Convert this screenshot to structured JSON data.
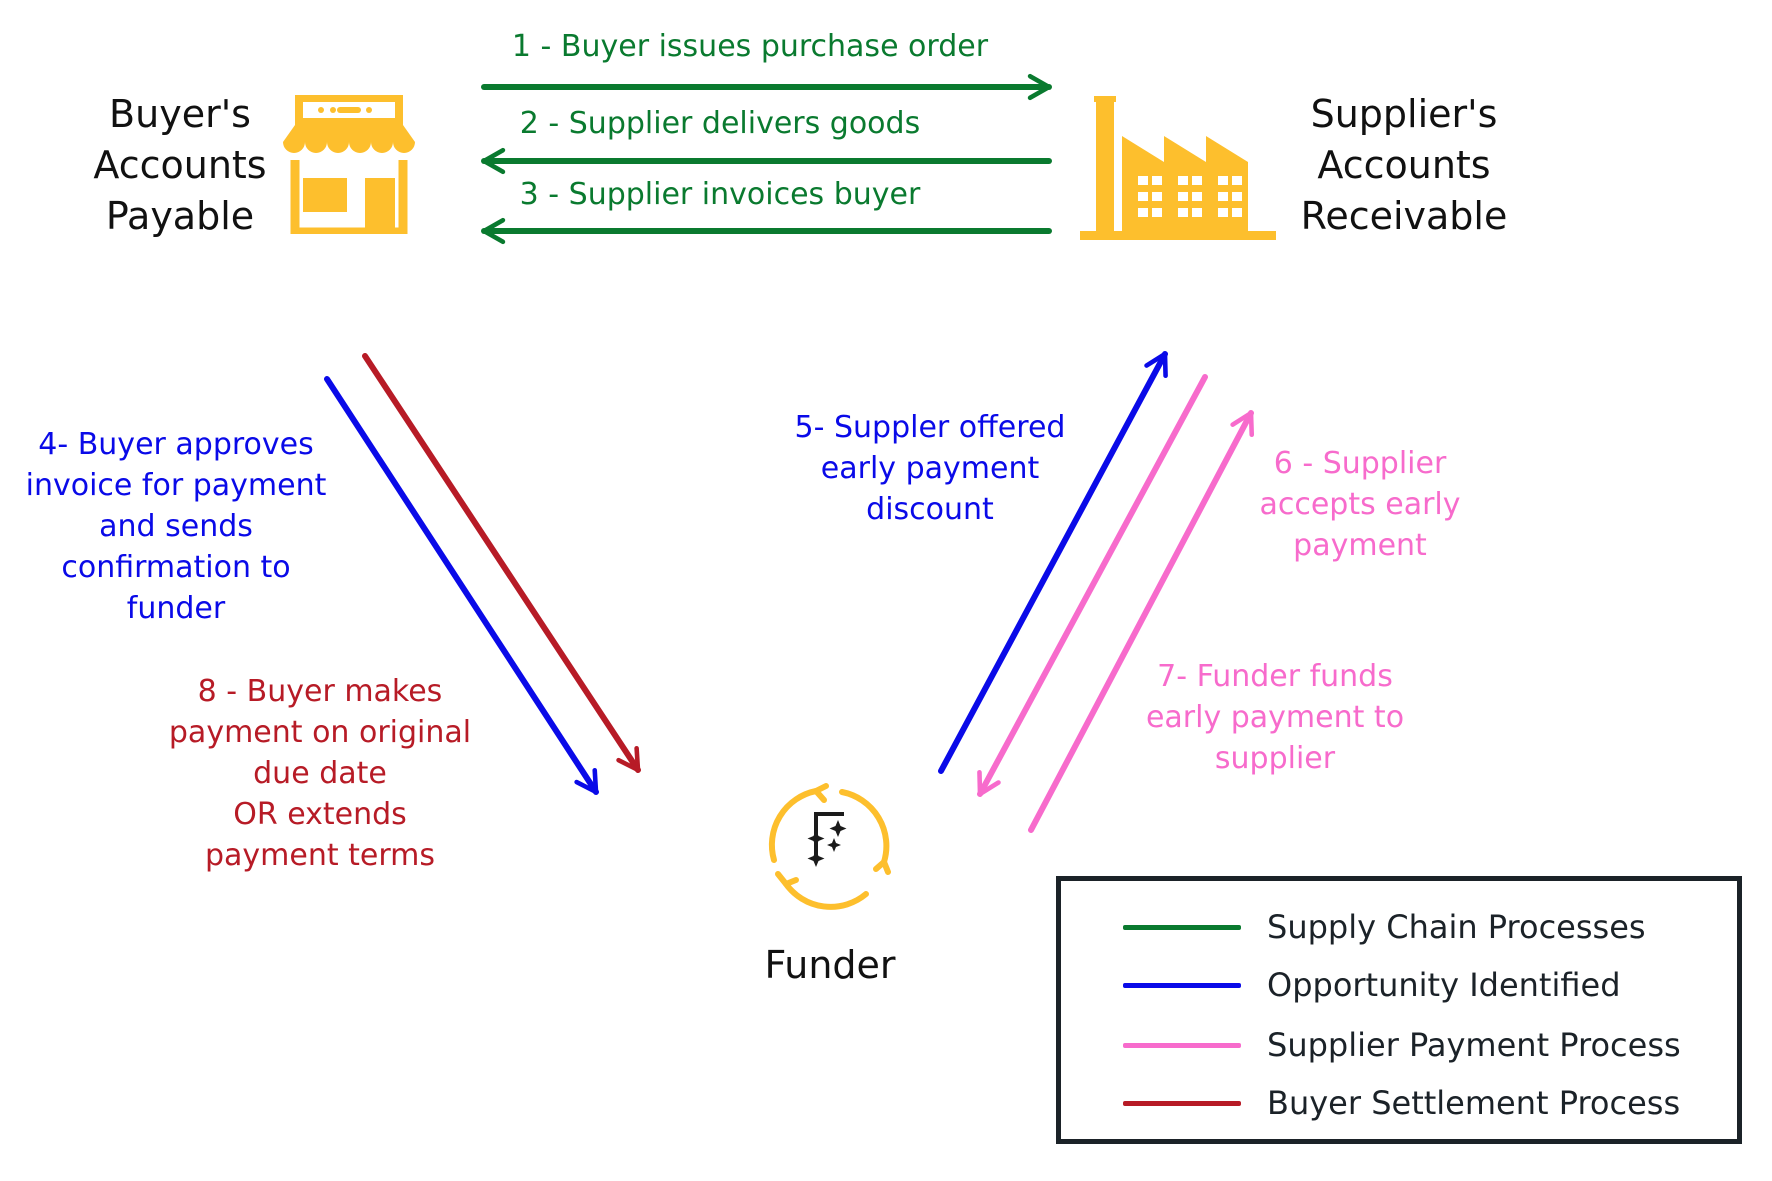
{
  "colors": {
    "green": "#0a7a2f",
    "blue": "#0a0ae8",
    "pink": "#f76bcc",
    "red": "#b71b26",
    "icon_yellow": "#fdbf2d",
    "text_dark": "#111111"
  },
  "nodes": {
    "buyer": {
      "lines": [
        "Buyer's",
        "Accounts",
        "Payable"
      ],
      "icon": "storefront-icon"
    },
    "supplier": {
      "lines": [
        "Supplier's",
        "Accounts",
        "Receivable"
      ],
      "icon": "factory-icon"
    },
    "funder": {
      "label": "Funder",
      "icon": "funder-cycle-icon"
    }
  },
  "steps": {
    "s1": {
      "lines": [
        "1 - Buyer issues purchase order"
      ],
      "color": "green"
    },
    "s2": {
      "lines": [
        "2 - Supplier delivers goods"
      ],
      "color": "green"
    },
    "s3": {
      "lines": [
        "3 - Supplier invoices buyer"
      ],
      "color": "green"
    },
    "s4": {
      "lines": [
        "4- Buyer approves",
        "invoice for payment",
        "and sends",
        "confirmation to",
        "funder"
      ],
      "color": "blue"
    },
    "s5": {
      "lines": [
        "5- Suppler offered",
        "early payment",
        "discount"
      ],
      "color": "blue"
    },
    "s6": {
      "lines": [
        "6 - Supplier",
        "accepts early",
        "payment"
      ],
      "color": "pink"
    },
    "s7": {
      "lines": [
        "7- Funder funds",
        "early payment to",
        "supplier"
      ],
      "color": "pink"
    },
    "s8": {
      "lines": [
        "8 - Buyer makes",
        "payment on original",
        "due date",
        "OR extends",
        "payment terms"
      ],
      "color": "red"
    }
  },
  "legend": {
    "items": [
      {
        "label": "Supply Chain Processes",
        "color": "#0a7a2f"
      },
      {
        "label": "Opportunity Identified",
        "color": "#0a0ae8"
      },
      {
        "label": "Supplier Payment Process",
        "color": "#f76bcc"
      },
      {
        "label": "Buyer Settlement Process",
        "color": "#b71b26"
      }
    ]
  }
}
